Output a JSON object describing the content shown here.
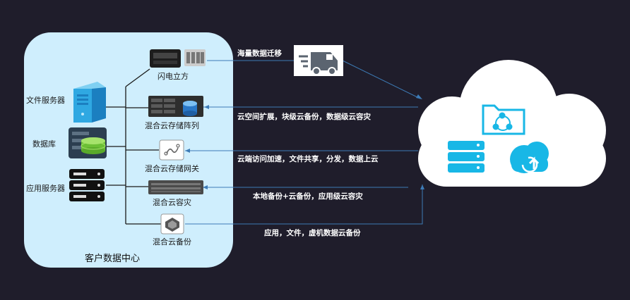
{
  "diagram": {
    "data_center_title": "客户数据中心",
    "servers": {
      "file_server": "文件服务器",
      "database": "数据库",
      "app_server": "应用服务器"
    },
    "devices": {
      "flash_cube": "闪电立方",
      "hybrid_storage_array": "混合云存储阵列",
      "hybrid_storage_gateway": "混合云存储网关",
      "hybrid_dr": "混合云容灾",
      "hybrid_backup": "混合云备份"
    },
    "flows": {
      "migration": "海量数据迁移",
      "space_expansion": "云空间扩展，块级云备份，数据级云容灾",
      "access_acceleration": "云端访问加速，文件共享，分发，数据上云",
      "local_backup": "本地备份+云备份，应用级云容灾",
      "app_backup": "应用，文件，虚机数据云备份"
    },
    "colors": {
      "background": "#1f1d2b",
      "panel": "#cfeefd",
      "cloud_icon": "#18b7e6",
      "truck_bg": "#ffffff",
      "link": "#3d7bb6"
    }
  }
}
